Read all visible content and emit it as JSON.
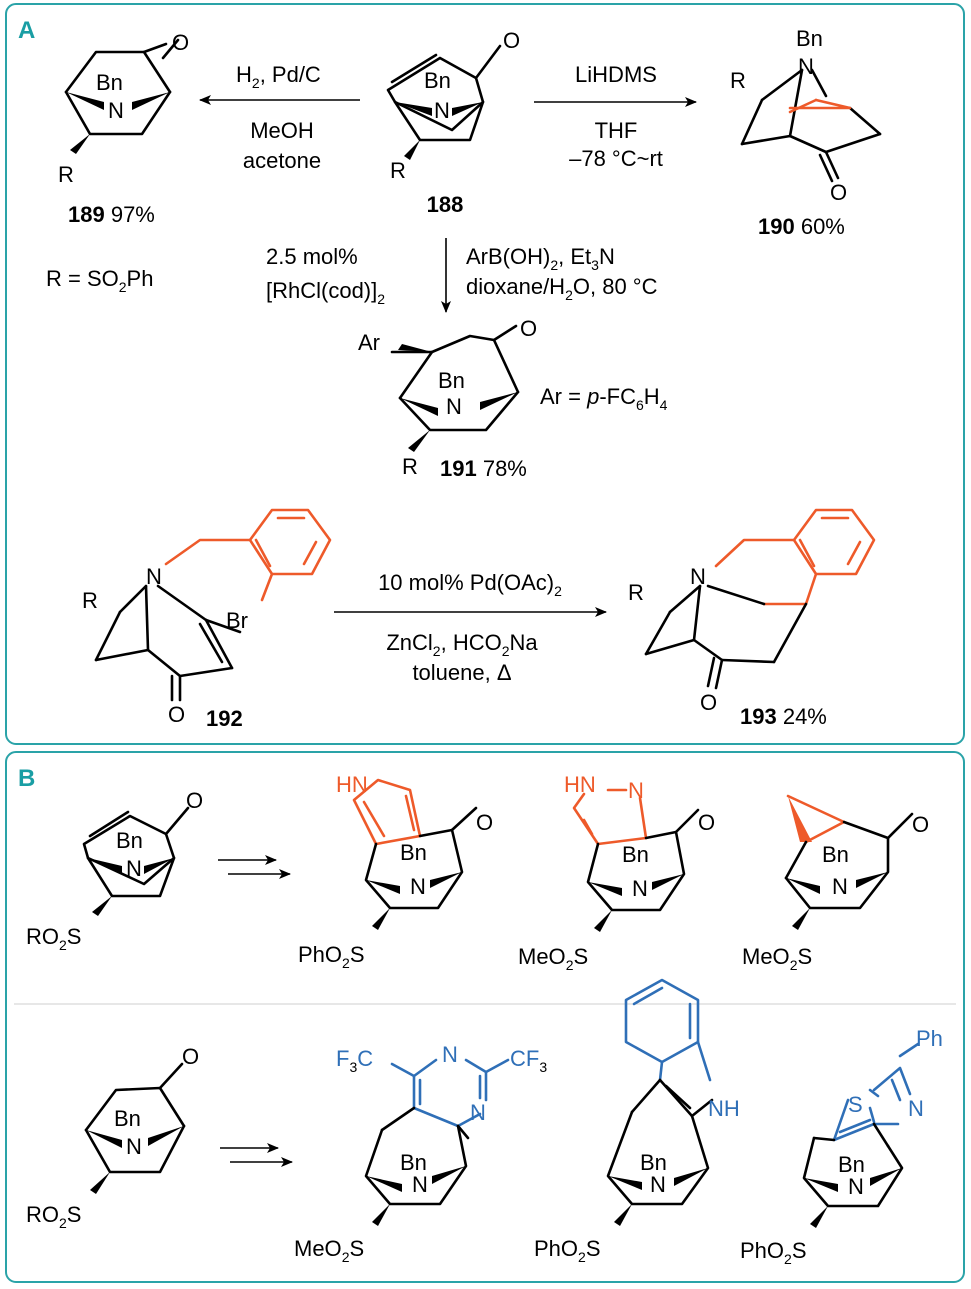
{
  "panel_a": {
    "label": "A",
    "hydrogenation": {
      "reagent_top": "H",
      "reagent_top_sub": "2",
      "reagent_top_rest": ", Pd/C",
      "solvent_1": "MeOH",
      "solvent_2": "acetone"
    },
    "lihdms": {
      "reagent": "LiHDMS",
      "solvent": "THF",
      "temperature": "–78 °C~rt"
    },
    "rh": {
      "left_1": "2.5 mol%",
      "left_2": "[RhCl(cod)]",
      "left_2_sub": "2",
      "right_1_a": "ArB(OH)",
      "right_1_sub": "2",
      "right_1_b": ", Et",
      "right_1_sub2": "3",
      "right_1_c": "N",
      "right_2_a": "dioxane/H",
      "right_2_sub": "2",
      "right_2_b": "O, 80 °C"
    },
    "r_definition": {
      "main": "R = SO",
      "sub": "2",
      "rest": "Ph"
    },
    "ar_definition": {
      "main": "Ar = ",
      "italic": "p",
      "rest": "-FC",
      "sub1": "6",
      "mid": "H",
      "sub2": "4"
    },
    "heck": {
      "top_a": "10 mol% Pd(OAc)",
      "top_sub": "2",
      "bottom_1_a": "ZnCl",
      "bottom_1_sub": "2",
      "bottom_1_b": ", HCO",
      "bottom_1_sub2": "2",
      "bottom_1_c": "Na",
      "bottom_2": "toluene, Δ"
    },
    "compounds": {
      "c188": {
        "number": "188"
      },
      "c189": {
        "number": "189",
        "yield": " 97%"
      },
      "c190": {
        "number": "190",
        "yield": " 60%"
      },
      "c191": {
        "number": "191",
        "yield": " 78%"
      },
      "c192": {
        "number": "192"
      },
      "c193": {
        "number": "193",
        "yield": " 24%"
      }
    }
  },
  "panel_b": {
    "label": "B"
  },
  "atoms": {
    "O": "O",
    "N": "N",
    "Bn": "Bn",
    "R": "R",
    "Ar": "Ar",
    "Br": "Br",
    "HN": "HN",
    "HN_N": "HN",
    "S": "S",
    "NH": "NH",
    "Ph": "Ph",
    "RO2S_a": "RO",
    "RO2S_sub": "2",
    "RO2S_b": "S",
    "PhO2S_a": "PhO",
    "MeO2S_a": "MeO",
    "O2S_sub": "2",
    "O2S_b": "S",
    "F3C_a": "F",
    "F3C_sub": "3",
    "F3C_b": "C",
    "CF3_a": "CF",
    "CF3_sub": "3"
  },
  "colors": {
    "panel_border": "#2aa3a8",
    "panel_label": "#1a9ea4",
    "highlight_orange": "#ee5a2a",
    "highlight_blue": "#2f6fb7"
  }
}
